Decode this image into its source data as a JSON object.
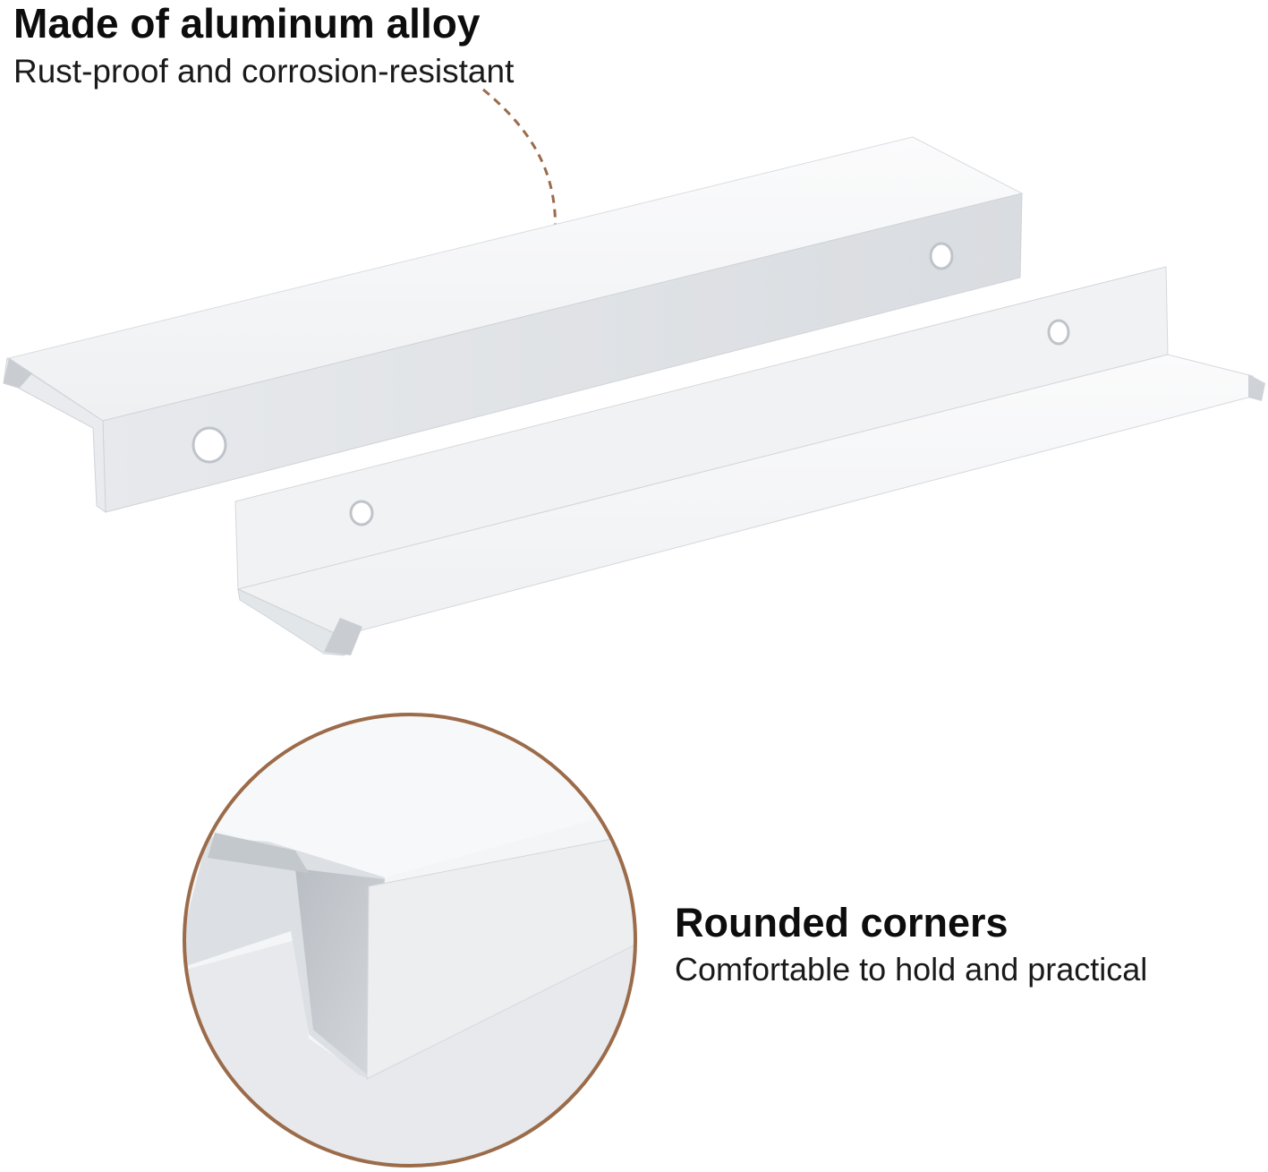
{
  "features": [
    {
      "title": "Made of aluminum alloy",
      "subtitle": "Rust-proof and corrosion-resistant"
    },
    {
      "title": "Rounded corners",
      "subtitle": "Comfortable to hold and practical"
    }
  ],
  "colors": {
    "accent": "#9b6b4a",
    "metal_light": "#f6f7f8",
    "metal_mid": "#e4e6e9",
    "metal_dark": "#c9cdd2",
    "text": "#111111"
  },
  "icons": {
    "callout": "dashed-leader-line",
    "anchor": "circle-anchor"
  }
}
